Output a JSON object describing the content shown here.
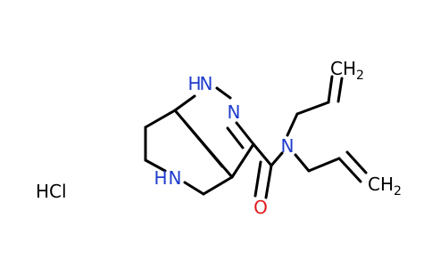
{
  "molecule": {
    "atom_labels": {
      "nh_pyrazole": "H",
      "n_pyrazole_h": "N",
      "n_pyrazole": "N",
      "n_amide": "N",
      "o_carbonyl": "O",
      "nh_ring_n": "N",
      "nh_ring_h": "H",
      "ch2_top_c": "CH",
      "ch2_top_sub": "2",
      "ch2_bottom_c": "CH",
      "ch2_bottom_sub": "2"
    },
    "counterion": "HCl"
  },
  "colors": {
    "bond": "#000000",
    "nitrogen": "#1f3ccc",
    "oxygen": "#e01b1b",
    "background": "#ffffff"
  }
}
